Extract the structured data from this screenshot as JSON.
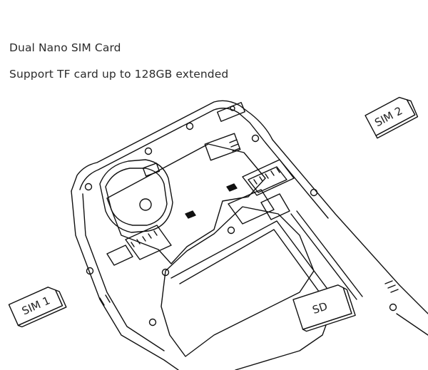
{
  "caption": {
    "line1": "Dual Nano SIM Card",
    "line2": "Support TF card up to 128GB extended"
  },
  "cards": {
    "sim1": "SIM 1",
    "sim2": "SIM 2",
    "sd": "SD"
  },
  "colors": {
    "ink": "#111111",
    "text": "#2b2b2b",
    "background": "#ffffff"
  }
}
